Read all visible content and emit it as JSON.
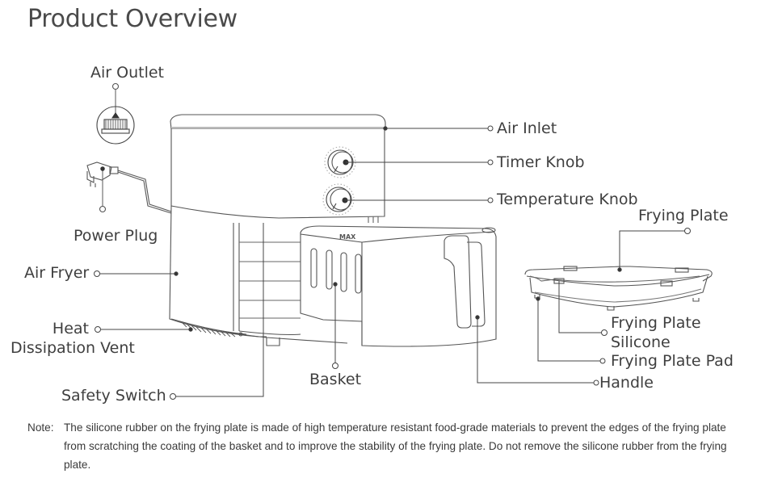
{
  "page": {
    "title": "Product Overview"
  },
  "labels": {
    "air_outlet": "Air Outlet",
    "air_inlet": "Air Inlet",
    "timer_knob": "Timer Knob",
    "temperature_knob": "Temperature Knob",
    "frying_plate": "Frying Plate",
    "power_plug": "Power Plug",
    "air_fryer": "Air Fryer",
    "heat_vent_line1": "Heat",
    "heat_vent_line2": "Dissipation Vent",
    "basket": "Basket",
    "safety_switch": "Safety Switch",
    "frying_plate_silicone_line1": "Frying Plate",
    "frying_plate_silicone_line2": "Silicone",
    "frying_plate_pad": "Frying Plate Pad",
    "handle": "Handle",
    "basket_max_mark": "MAX"
  },
  "note": {
    "prefix": "Note:",
    "text": "The silicone rubber on the frying plate is made of high temperature resistant food-grade materials to prevent the edges of the frying plate from scratching the coating of the basket and to improve the stability of the frying plate. Do not remove the silicone rubber from the frying plate."
  }
}
